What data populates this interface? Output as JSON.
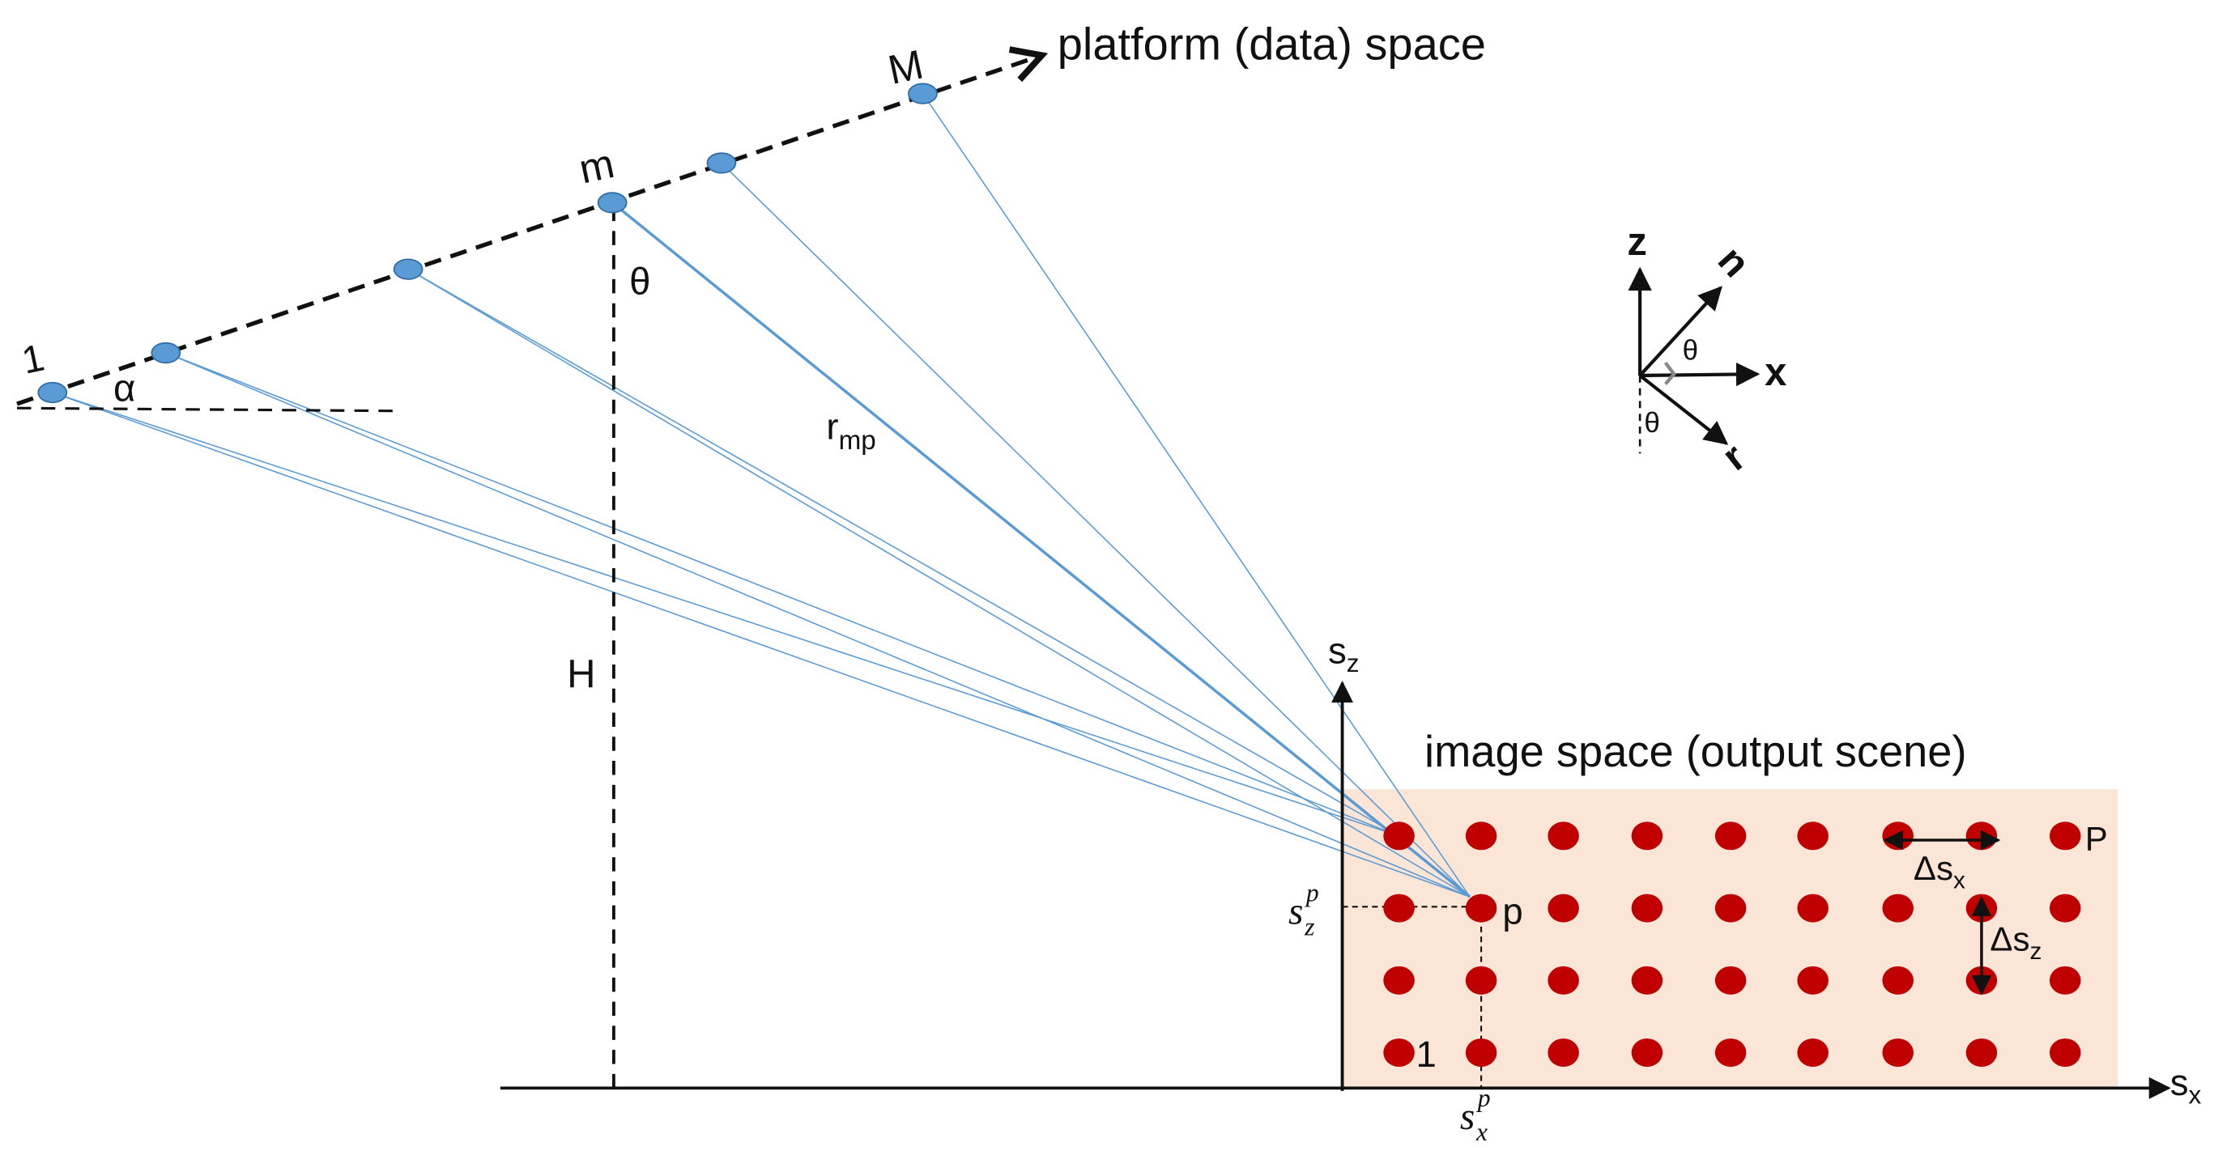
{
  "labels": {
    "platform_space": "platform (data) space",
    "image_space": "image space (output scene)",
    "first_position": "1",
    "mth_position": "m",
    "last_position": "M",
    "alpha": "α",
    "theta": "θ",
    "height": "H",
    "range": "r",
    "range_sub": "mp",
    "sz_axis": "s",
    "sz_axis_sub": "z",
    "sx_axis": "s",
    "sx_axis_sub": "x",
    "pixel_p": "p",
    "pixel_P": "P",
    "pixel_1": "1",
    "delta_sx": "Δs",
    "delta_sx_sub": "x",
    "delta_sz": "Δs",
    "delta_sz_sub": "z",
    "szp": "s",
    "szp_sup": "p",
    "szp_sub": "z",
    "sxp": "s",
    "sxp_sup": "p",
    "sxp_sub": "x"
  },
  "coord_frame": {
    "z": "z",
    "x": "x",
    "n": "n",
    "r": "r",
    "theta_upper": "θ",
    "theta_lower": "θ"
  },
  "colors": {
    "platform_dot": "#5b9bd5",
    "ray": "#5b9bd5",
    "pixel_dot": "#c00000",
    "image_bg": "#fbe5d6"
  }
}
